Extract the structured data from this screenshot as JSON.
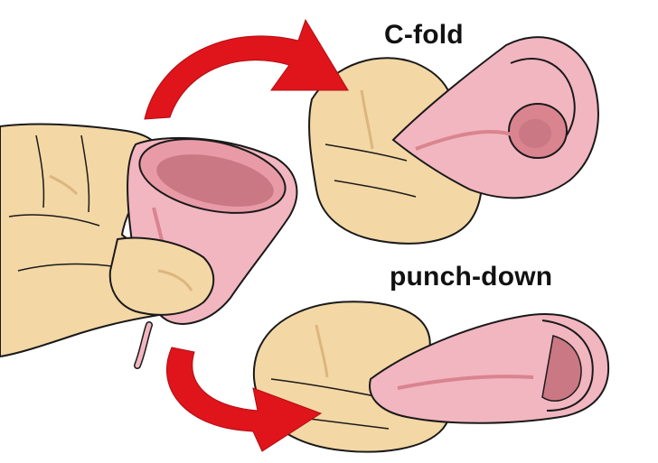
{
  "labels": {
    "c_fold": "C-fold",
    "punch_down": "punch-down"
  },
  "colors": {
    "skin": "#f3d7a5",
    "skin_shadow": "#dcb57f",
    "outline": "#1a1a1a",
    "cup": "#f2b6c0",
    "cup_shadow": "#d9848f",
    "cup_inner": "#c97884",
    "arrow": "#e0141b"
  },
  "figures": [
    {
      "name": "hand-holding-open-cup"
    },
    {
      "name": "hand-holding-c-fold-cup"
    },
    {
      "name": "hand-holding-punch-down-cup"
    }
  ],
  "arrows": [
    {
      "name": "arrow-to-c-fold"
    },
    {
      "name": "arrow-to-punch-down"
    }
  ]
}
